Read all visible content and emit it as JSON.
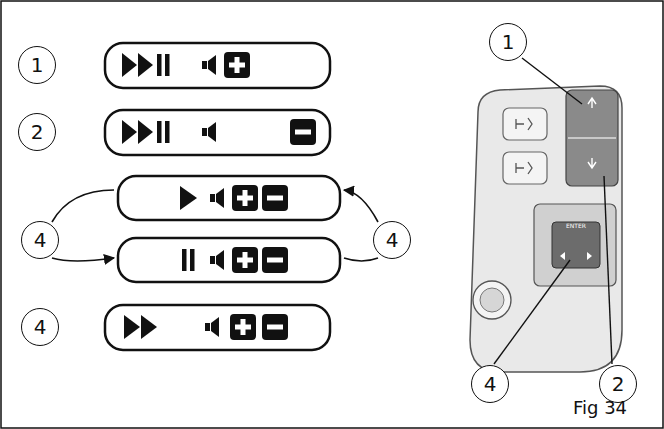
{
  "diagram": {
    "caption": "Fig 34",
    "nodes": [
      {
        "text": [
          "1"
        ]
      },
      {
        "text": [
          "2"
        ]
      },
      {
        "text": [
          "4"
        ]
      },
      {
        "text": [
          "4"
        ]
      },
      {
        "text": [
          "4"
        ]
      },
      {
        "text": [
          "1"
        ]
      },
      {
        "text": [
          "4"
        ]
      },
      {
        "text": [
          "2"
        ]
      }
    ],
    "labels": [
      "ENTER"
    ]
  }
}
